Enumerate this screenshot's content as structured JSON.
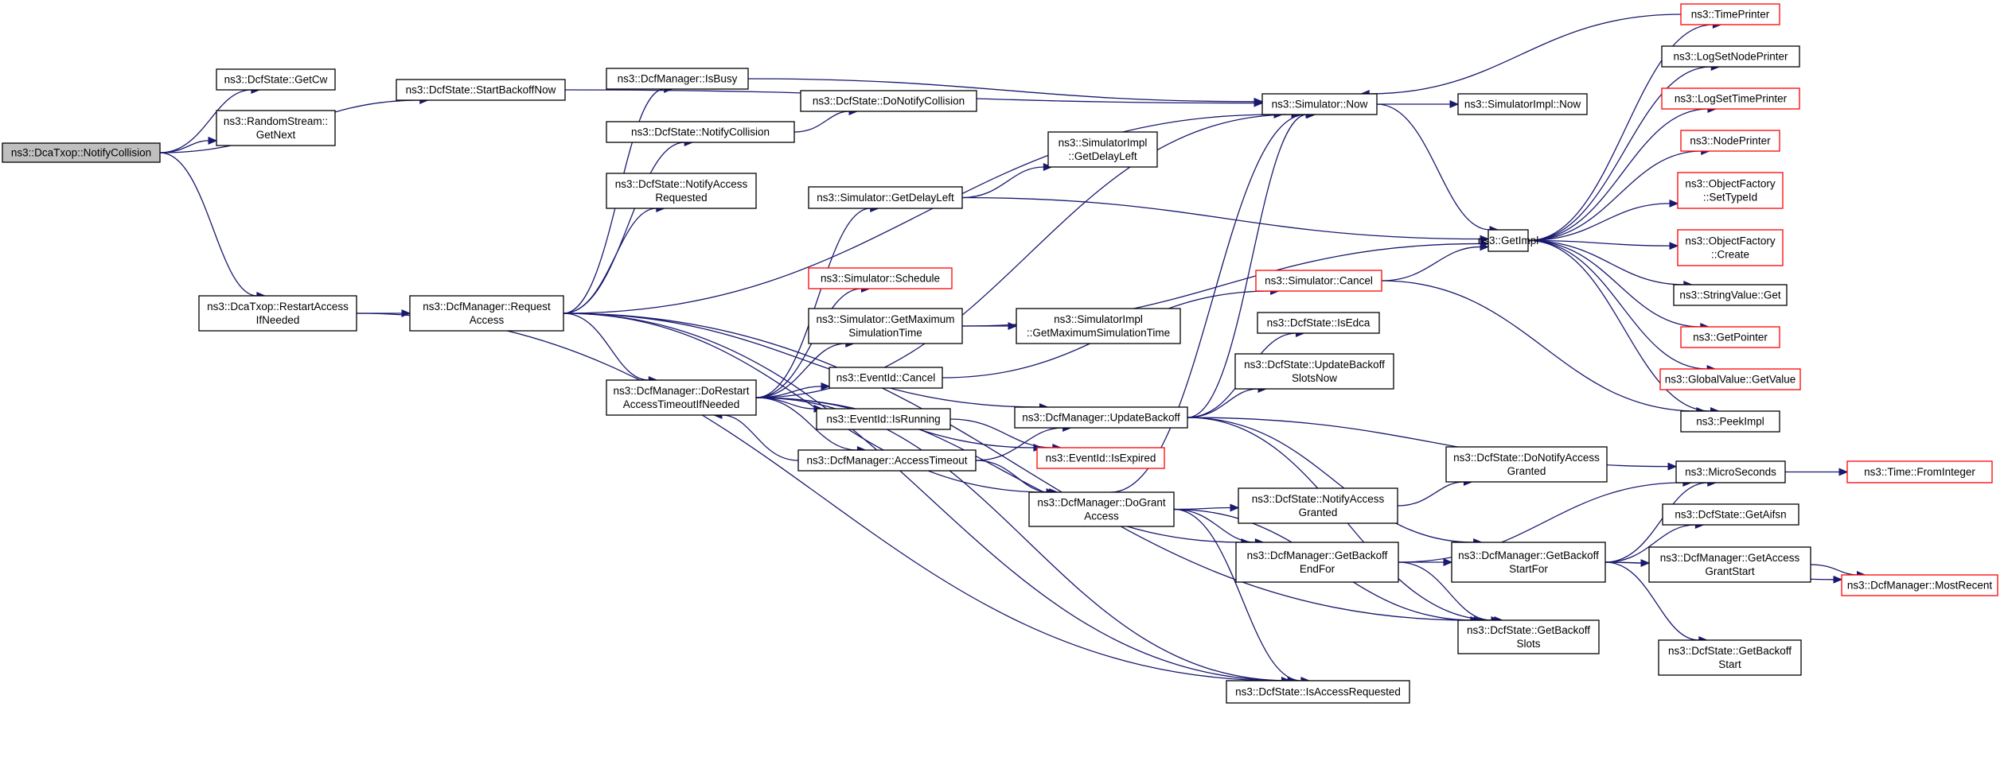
{
  "graph": {
    "title": "",
    "edge_color": "#191970",
    "node_border_color": "#000000",
    "external_node_border_color": "#ff0000",
    "root_fill_color": "#bfbfbf",
    "nodes": [
      {
        "id": "root",
        "lines": [
          "ns3::DcaTxop::NotifyCollision"
        ],
        "style": "root"
      },
      {
        "id": "dcfGetCw",
        "lines": [
          "ns3::DcfState::GetCw"
        ],
        "style": "normal"
      },
      {
        "id": "rsGetNext",
        "lines": [
          "ns3::RandomStream::",
          "GetNext"
        ],
        "style": "normal"
      },
      {
        "id": "dcfStartBackoffNow",
        "lines": [
          "ns3::DcfState::StartBackoffNow"
        ],
        "style": "normal"
      },
      {
        "id": "restartAccess",
        "lines": [
          "ns3::DcaTxop::RestartAccess",
          "IfNeeded"
        ],
        "style": "normal"
      },
      {
        "id": "requestAccess",
        "lines": [
          "ns3::DcfManager::Request",
          "Access"
        ],
        "style": "normal"
      },
      {
        "id": "isBusy",
        "lines": [
          "ns3::DcfManager::IsBusy"
        ],
        "style": "normal"
      },
      {
        "id": "dcfNotifyCollision",
        "lines": [
          "ns3::DcfState::NotifyCollision"
        ],
        "style": "normal"
      },
      {
        "id": "dcfNotifyAccessRequested",
        "lines": [
          "ns3::DcfState::NotifyAccess",
          "Requested"
        ],
        "style": "normal"
      },
      {
        "id": "doRestart",
        "lines": [
          "ns3::DcfManager::DoRestart",
          "AccessTimeoutIfNeeded"
        ],
        "style": "normal"
      },
      {
        "id": "dcfDoNotifyCollision",
        "lines": [
          "ns3::DcfState::DoNotifyCollision"
        ],
        "style": "normal"
      },
      {
        "id": "getDelayLeft",
        "lines": [
          "ns3::Simulator::GetDelayLeft"
        ],
        "style": "normal"
      },
      {
        "id": "schedule",
        "lines": [
          "ns3::Simulator::Schedule"
        ],
        "style": "external"
      },
      {
        "id": "getMaxSimTime",
        "lines": [
          "ns3::Simulator::GetMaximum",
          "SimulationTime"
        ],
        "style": "normal"
      },
      {
        "id": "eventCancel",
        "lines": [
          "ns3::EventId::Cancel"
        ],
        "style": "normal"
      },
      {
        "id": "eventIsRunning",
        "lines": [
          "ns3::EventId::IsRunning"
        ],
        "style": "normal"
      },
      {
        "id": "accessTimeout",
        "lines": [
          "ns3::DcfManager::AccessTimeout"
        ],
        "style": "normal"
      },
      {
        "id": "simImplGetDelayLeft",
        "lines": [
          "ns3::SimulatorImpl",
          "::GetDelayLeft"
        ],
        "style": "normal"
      },
      {
        "id": "simImplGetMaxSimTime",
        "lines": [
          "ns3::SimulatorImpl",
          "::GetMaximumSimulationTime"
        ],
        "style": "normal"
      },
      {
        "id": "updateBackoff",
        "lines": [
          "ns3::DcfManager::UpdateBackoff"
        ],
        "style": "normal"
      },
      {
        "id": "eventIsExpired",
        "lines": [
          "ns3::EventId::IsExpired"
        ],
        "style": "external"
      },
      {
        "id": "doGrantAccess",
        "lines": [
          "ns3::DcfManager::DoGrant",
          "Access"
        ],
        "style": "normal"
      },
      {
        "id": "simNow",
        "lines": [
          "ns3::Simulator::Now"
        ],
        "style": "normal"
      },
      {
        "id": "simImplNow",
        "lines": [
          "ns3::SimulatorImpl::Now"
        ],
        "style": "normal"
      },
      {
        "id": "simCancel",
        "lines": [
          "ns3::Simulator::Cancel"
        ],
        "style": "external"
      },
      {
        "id": "dcfIsEdca",
        "lines": [
          "ns3::DcfState::IsEdca"
        ],
        "style": "normal"
      },
      {
        "id": "dcfUpdateBackoffSlotsNow",
        "lines": [
          "ns3::DcfState::UpdateBackoff",
          "SlotsNow"
        ],
        "style": "normal"
      },
      {
        "id": "dcfNotifyAccessGranted",
        "lines": [
          "ns3::DcfState::NotifyAccess",
          "Granted"
        ],
        "style": "normal"
      },
      {
        "id": "dcfDoNotifyAccessGranted",
        "lines": [
          "ns3::DcfState::DoNotifyAccess",
          "Granted"
        ],
        "style": "normal"
      },
      {
        "id": "getBackoffEndFor",
        "lines": [
          "ns3::DcfManager::GetBackoff",
          "EndFor"
        ],
        "style": "normal"
      },
      {
        "id": "getBackoffStartFor",
        "lines": [
          "ns3::DcfManager::GetBackoff",
          "StartFor"
        ],
        "style": "normal"
      },
      {
        "id": "dcfGetBackoffSlots",
        "lines": [
          "ns3::DcfState::GetBackoff",
          "Slots"
        ],
        "style": "normal"
      },
      {
        "id": "dcfIsAccessRequested",
        "lines": [
          "ns3::DcfState::IsAccessRequested"
        ],
        "style": "normal"
      },
      {
        "id": "getImpl",
        "lines": [
          "ns3::GetImpl"
        ],
        "style": "normal"
      },
      {
        "id": "timePrinter",
        "lines": [
          "ns3::TimePrinter"
        ],
        "style": "external"
      },
      {
        "id": "logSetNodePrinter",
        "lines": [
          "ns3::LogSetNodePrinter"
        ],
        "style": "normal"
      },
      {
        "id": "logSetTimePrinter",
        "lines": [
          "ns3::LogSetTimePrinter"
        ],
        "style": "external"
      },
      {
        "id": "nodePrinter",
        "lines": [
          "ns3::NodePrinter"
        ],
        "style": "external"
      },
      {
        "id": "ofSetTypeId",
        "lines": [
          "ns3::ObjectFactory",
          "::SetTypeId"
        ],
        "style": "external"
      },
      {
        "id": "ofCreate",
        "lines": [
          "ns3::ObjectFactory",
          "::Create"
        ],
        "style": "external"
      },
      {
        "id": "stringValueGet",
        "lines": [
          "ns3::StringValue::Get"
        ],
        "style": "normal"
      },
      {
        "id": "getPointer",
        "lines": [
          "ns3::GetPointer"
        ],
        "style": "external"
      },
      {
        "id": "globalValueGetValue",
        "lines": [
          "ns3::GlobalValue::GetValue"
        ],
        "style": "external"
      },
      {
        "id": "peekImpl",
        "lines": [
          "ns3::PeekImpl"
        ],
        "style": "normal"
      },
      {
        "id": "microSeconds",
        "lines": [
          "ns3::MicroSeconds"
        ],
        "style": "normal"
      },
      {
        "id": "timeFromInteger",
        "lines": [
          "ns3::Time::FromInteger"
        ],
        "style": "external"
      },
      {
        "id": "dcfGetAifsn",
        "lines": [
          "ns3::DcfState::GetAifsn"
        ],
        "style": "normal"
      },
      {
        "id": "getAccessGrantStart",
        "lines": [
          "ns3::DcfManager::GetAccess",
          "GrantStart"
        ],
        "style": "normal"
      },
      {
        "id": "mostRecent",
        "lines": [
          "ns3::DcfManager::MostRecent"
        ],
        "style": "external"
      },
      {
        "id": "dcfGetBackoffStart",
        "lines": [
          "ns3::DcfState::GetBackoff",
          "Start"
        ],
        "style": "normal"
      }
    ],
    "edges": [
      [
        "root",
        "dcfGetCw"
      ],
      [
        "root",
        "rsGetNext"
      ],
      [
        "root",
        "dcfStartBackoffNow"
      ],
      [
        "root",
        "restartAccess"
      ],
      [
        "dcfStartBackoffNow",
        "simNow"
      ],
      [
        "restartAccess",
        "requestAccess"
      ],
      [
        "restartAccess",
        "dcfIsAccessRequested"
      ],
      [
        "requestAccess",
        "isBusy"
      ],
      [
        "requestAccess",
        "dcfNotifyCollision"
      ],
      [
        "requestAccess",
        "dcfNotifyAccessRequested"
      ],
      [
        "requestAccess",
        "doRestart"
      ],
      [
        "requestAccess",
        "simNow"
      ],
      [
        "requestAccess",
        "updateBackoff"
      ],
      [
        "requestAccess",
        "doGrantAccess"
      ],
      [
        "requestAccess",
        "dcfGetBackoffSlots"
      ],
      [
        "requestAccess",
        "dcfIsAccessRequested"
      ],
      [
        "isBusy",
        "simNow"
      ],
      [
        "dcfNotifyCollision",
        "dcfDoNotifyCollision"
      ],
      [
        "doRestart",
        "simNow"
      ],
      [
        "doRestart",
        "getDelayLeft"
      ],
      [
        "doRestart",
        "schedule"
      ],
      [
        "doRestart",
        "getMaxSimTime"
      ],
      [
        "doRestart",
        "eventCancel"
      ],
      [
        "doRestart",
        "eventIsRunning"
      ],
      [
        "doRestart",
        "accessTimeout"
      ],
      [
        "doRestart",
        "eventIsExpired"
      ],
      [
        "doRestart",
        "getBackoffEndFor"
      ],
      [
        "doRestart",
        "dcfIsAccessRequested"
      ],
      [
        "getDelayLeft",
        "simImplGetDelayLeft"
      ],
      [
        "getDelayLeft",
        "getImpl"
      ],
      [
        "getMaxSimTime",
        "simImplGetMaxSimTime"
      ],
      [
        "getMaxSimTime",
        "getImpl"
      ],
      [
        "eventCancel",
        "simCancel"
      ],
      [
        "eventIsRunning",
        "eventIsExpired"
      ],
      [
        "accessTimeout",
        "doRestart"
      ],
      [
        "accessTimeout",
        "updateBackoff"
      ],
      [
        "accessTimeout",
        "doGrantAccess"
      ],
      [
        "updateBackoff",
        "simNow"
      ],
      [
        "updateBackoff",
        "dcfIsEdca"
      ],
      [
        "updateBackoff",
        "dcfUpdateBackoffSlotsNow"
      ],
      [
        "updateBackoff",
        "microSeconds"
      ],
      [
        "updateBackoff",
        "getBackoffStartFor"
      ],
      [
        "updateBackoff",
        "dcfGetBackoffSlots"
      ],
      [
        "doGrantAccess",
        "simNow"
      ],
      [
        "doGrantAccess",
        "dcfNotifyAccessGranted"
      ],
      [
        "doGrantAccess",
        "getBackoffEndFor"
      ],
      [
        "doGrantAccess",
        "dcfGetBackoffSlots"
      ],
      [
        "doGrantAccess",
        "dcfIsAccessRequested"
      ],
      [
        "simNow",
        "simImplNow"
      ],
      [
        "simNow",
        "getImpl"
      ],
      [
        "simCancel",
        "getImpl"
      ],
      [
        "simCancel",
        "peekImpl"
      ],
      [
        "dcfNotifyAccessGranted",
        "dcfDoNotifyAccessGranted"
      ],
      [
        "getBackoffEndFor",
        "getBackoffStartFor"
      ],
      [
        "getBackoffEndFor",
        "dcfGetBackoffSlots"
      ],
      [
        "getBackoffEndFor",
        "microSeconds"
      ],
      [
        "getBackoffStartFor",
        "microSeconds"
      ],
      [
        "getBackoffStartFor",
        "dcfGetAifsn"
      ],
      [
        "getBackoffStartFor",
        "getAccessGrantStart"
      ],
      [
        "getBackoffStartFor",
        "mostRecent"
      ],
      [
        "getBackoffStartFor",
        "dcfGetBackoffStart"
      ],
      [
        "getImpl",
        "timePrinter"
      ],
      [
        "getImpl",
        "logSetNodePrinter"
      ],
      [
        "getImpl",
        "logSetTimePrinter"
      ],
      [
        "getImpl",
        "nodePrinter"
      ],
      [
        "getImpl",
        "ofSetTypeId"
      ],
      [
        "getImpl",
        "ofCreate"
      ],
      [
        "getImpl",
        "stringValueGet"
      ],
      [
        "getImpl",
        "getPointer"
      ],
      [
        "getImpl",
        "globalValueGetValue"
      ],
      [
        "getImpl",
        "peekImpl"
      ],
      [
        "timePrinter",
        "simNow"
      ],
      [
        "microSeconds",
        "timeFromInteger"
      ],
      [
        "getAccessGrantStart",
        "mostRecent"
      ]
    ]
  }
}
